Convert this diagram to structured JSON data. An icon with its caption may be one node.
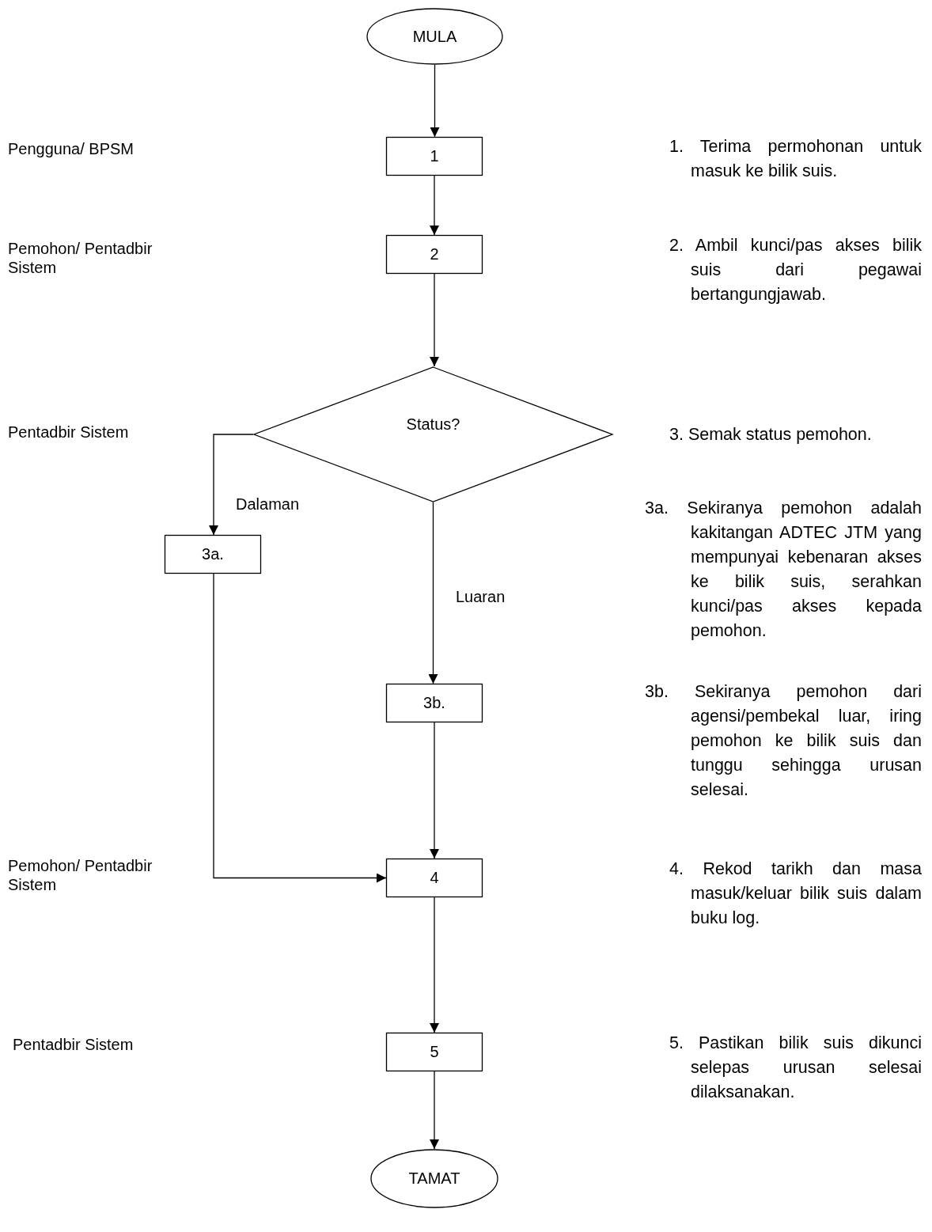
{
  "diagram": {
    "nodes": [
      {
        "text": [
          "MULA"
        ]
      },
      {
        "text": [
          "1"
        ]
      },
      {
        "text": [
          "2"
        ]
      },
      {
        "text": [
          "Status?"
        ]
      },
      {
        "text": [
          "3a."
        ]
      },
      {
        "text": [
          "3b."
        ]
      },
      {
        "text": [
          "4"
        ]
      },
      {
        "text": [
          "5"
        ]
      },
      {
        "text": [
          "TAMAT"
        ]
      }
    ],
    "edges": [
      {
        "from": 0,
        "to": 1,
        "arrow": "to"
      },
      {
        "from": 1,
        "to": 2,
        "arrow": "to"
      },
      {
        "from": 2,
        "to": 3,
        "arrow": "to"
      },
      {
        "from": 3,
        "to": 4,
        "arrow": "to",
        "label": "Dalaman"
      },
      {
        "from": 3,
        "to": 5,
        "arrow": "to",
        "label": "Luaran"
      },
      {
        "from": 4,
        "to": 6,
        "arrow": "to"
      },
      {
        "from": 5,
        "to": 6,
        "arrow": "to"
      },
      {
        "from": 6,
        "to": 7,
        "arrow": "to"
      },
      {
        "from": 7,
        "to": 8,
        "arrow": "to"
      }
    ],
    "labels": [
      "Pengguna/ BPSM",
      "1. Terima permohonan untuk masuk ke bilik suis.",
      "Pemohon/ Pentadbir Sistem",
      "2. Ambil kunci/pas akses bilik suis dari pegawai bertangungjawab.",
      "Pentadbir Sistem",
      "3. Semak status pemohon.",
      "3a. Sekiranya pemohon adalah kakitangan ADTEC JTM yang mempunyai kebenaran akses ke bilik suis, serahkan kunci/pas akses kepada pemohon.",
      "3b. Sekiranya pemohon dari agensi/pembekal luar, iring pemohon ke bilik suis dan tunggu sehingga urusan selesai.",
      "Pemohon/ Pentadbir Sistem",
      "4. Rekod tarikh dan masa masuk/keluar bilik suis dalam buku log.",
      "Pentadbir Sistem",
      "5. Pastikan bilik suis dikunci selepas urusan selesai dilaksanakan."
    ]
  }
}
